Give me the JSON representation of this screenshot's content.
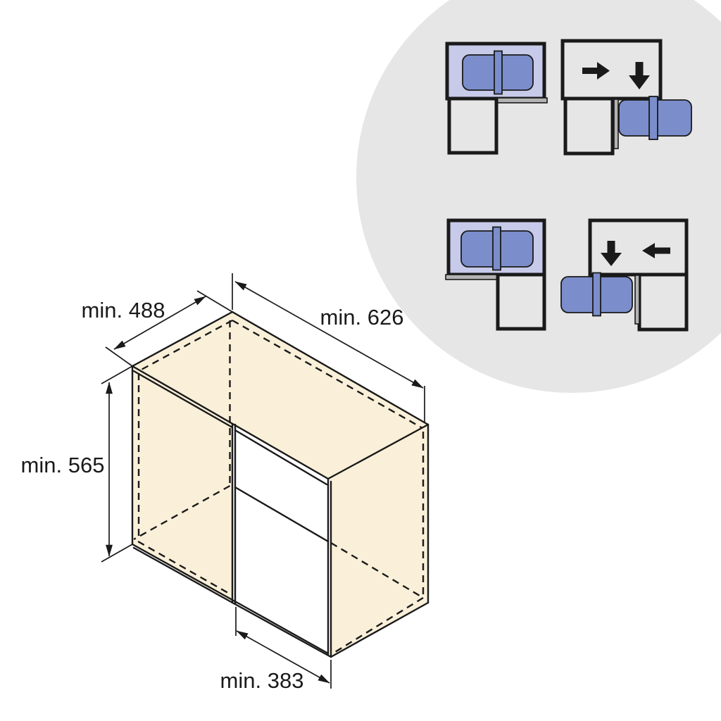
{
  "figure": {
    "title": "Corner cabinet pull-out minimum clearance drawing",
    "dimensions": {
      "depth": "min. 488",
      "width": "min. 626",
      "height": "min. 565",
      "opening": "min. 383"
    },
    "colors": {
      "background": "#ffffff",
      "circle_gray": "#e6e6e6",
      "cabinet_cream": "#faf0d9",
      "opening_white": "#ffffff",
      "light_blue": "#c7cbe9",
      "tray_blue": "#7b8ecb",
      "door_gray": "#b3b3b3",
      "line_black": "#1a1a1a"
    },
    "inset_legend": {
      "variants": [
        {
          "id": "right-hand-closed",
          "icons": [
            "corner-cabinet-plan-icon",
            "pullout-tray-icon"
          ]
        },
        {
          "id": "right-hand-open",
          "icons": [
            "arrow-right-icon",
            "arrow-down-icon",
            "pullout-tray-icon"
          ]
        },
        {
          "id": "left-hand-closed",
          "icons": [
            "corner-cabinet-plan-icon",
            "pullout-tray-icon"
          ]
        },
        {
          "id": "left-hand-open",
          "icons": [
            "arrow-down-icon",
            "arrow-left-icon",
            "pullout-tray-icon"
          ]
        }
      ]
    }
  }
}
